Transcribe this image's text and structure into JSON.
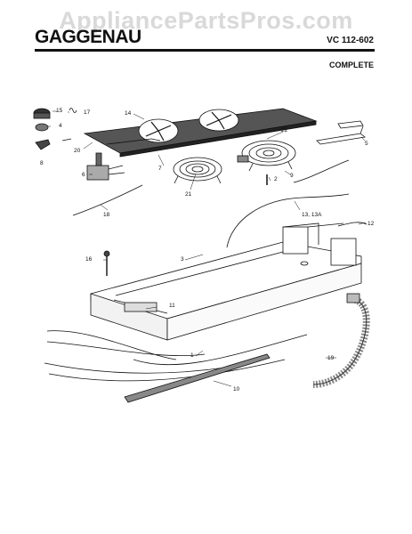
{
  "header": {
    "watermark": "AppliancePartsPros.com",
    "brand": "GAGGENAU",
    "model": "VC 112-602",
    "status": "COMPLETE"
  },
  "callouts": [
    "15",
    "17",
    "14",
    "4",
    "20",
    "8",
    "6",
    "7",
    "21",
    "22",
    "5",
    "9",
    "2",
    "18",
    "13, 13A",
    "12",
    "16",
    "3",
    "11",
    "19",
    "1",
    "10"
  ]
}
